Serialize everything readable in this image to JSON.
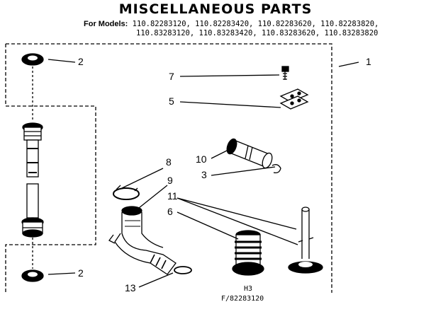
{
  "title": "MISCELLANEOUS PARTS",
  "models": {
    "label": "For Models:",
    "line1": "110.82283120, 110.82283420, 110.82283620, 110.82283820,",
    "line2": "110.83283120, 110.83283420, 110.83283620, 110.83283820"
  },
  "callouts": {
    "c1": "1",
    "c2_top": "2",
    "c2_bottom": "2",
    "c3": "3",
    "c5": "5",
    "c6": "6",
    "c7": "7",
    "c8": "8",
    "c9": "9",
    "c10": "10",
    "c11": "11",
    "c13": "13"
  },
  "footer": {
    "code": "H3",
    "part_number": "F/82283120"
  }
}
